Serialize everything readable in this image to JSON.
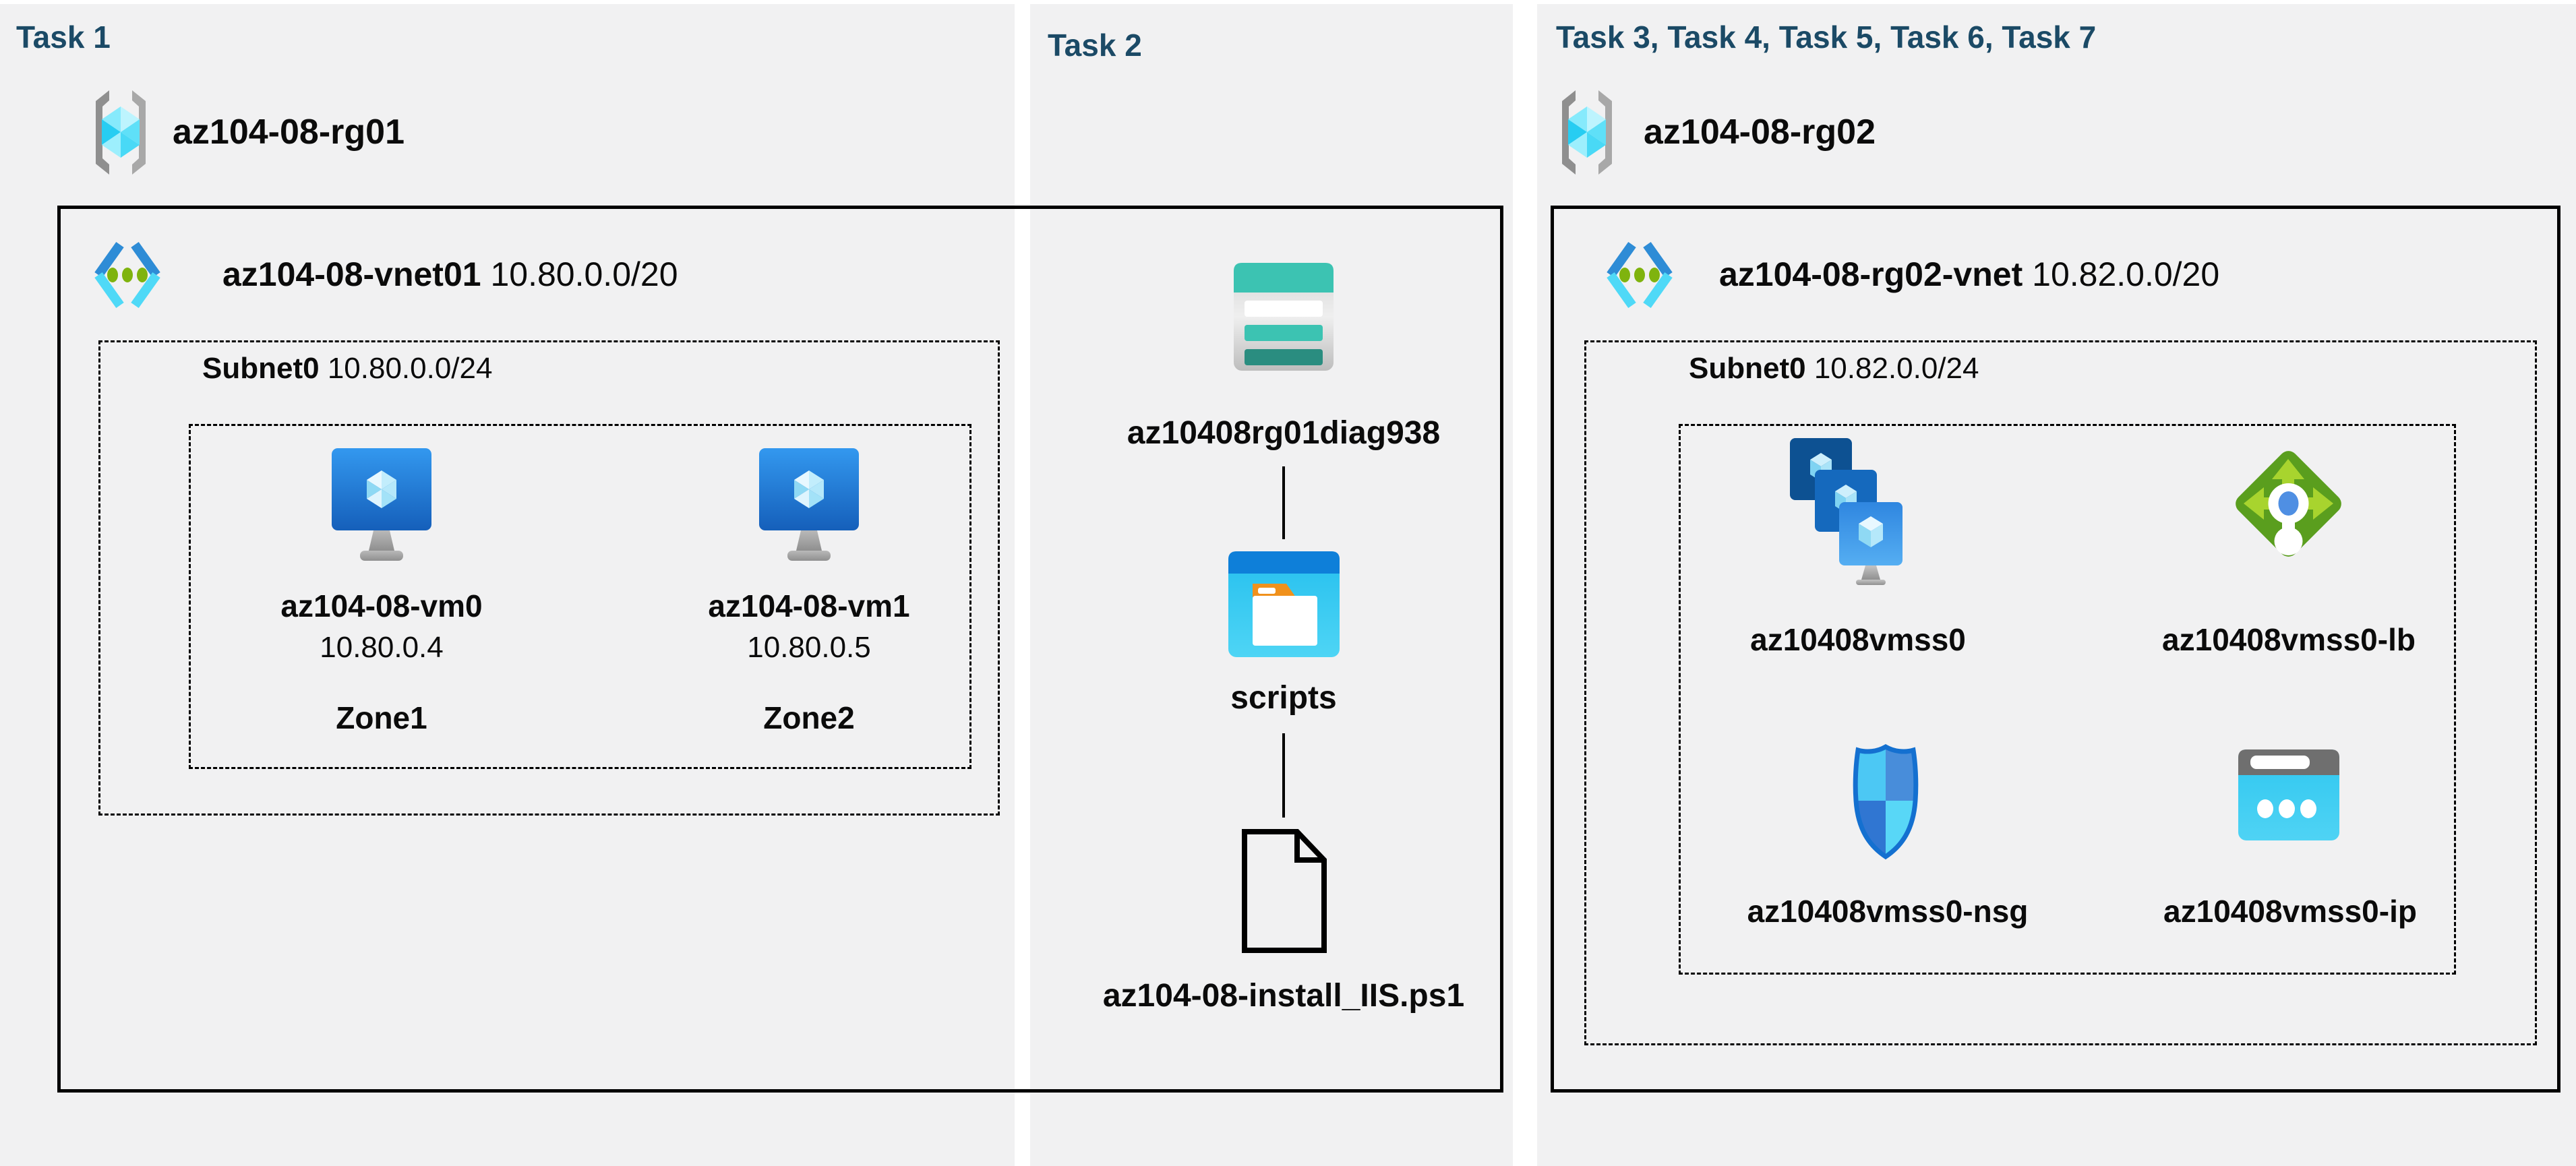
{
  "colors": {
    "panel_bg": "#f1f1f2",
    "task_title": "#1b4a66",
    "label_text": "#0b0b0b",
    "storage_teal": "#3cc3b2",
    "lb_green": "#5a9e1e",
    "cyan_accent": "#35c9ef",
    "vm_blue": "#2a85dd"
  },
  "panels": [
    {
      "id": "task1",
      "title": "Task 1",
      "resource_group": {
        "name": "az104-08-rg01"
      },
      "vnet": {
        "name": "az104-08-vnet01",
        "cidr": "10.80.0.0/20"
      },
      "subnet": {
        "name": "Subnet0",
        "cidr": "10.80.0.0/24"
      },
      "vms": [
        {
          "name": "az104-08-vm0",
          "ip": "10.80.0.4",
          "zone": "Zone1"
        },
        {
          "name": "az104-08-vm1",
          "ip": "10.80.0.5",
          "zone": "Zone2"
        }
      ]
    },
    {
      "id": "task2",
      "title": "Task 2",
      "storage_account": {
        "name": "az10408rg01diag938"
      },
      "container": {
        "name": "scripts"
      },
      "file": {
        "name": "az104-08-install_IIS.ps1"
      }
    },
    {
      "id": "task3",
      "title": "Task 3, Task 4, Task 5, Task 6, Task 7",
      "resource_group": {
        "name": "az104-08-rg02"
      },
      "vnet": {
        "name": "az104-08-rg02-vnet",
        "cidr": "10.82.0.0/20"
      },
      "subnet": {
        "name": "Subnet0",
        "cidr": "10.82.0.0/24"
      },
      "resources": [
        {
          "name": "az10408vmss0",
          "type": "vm-scale-set"
        },
        {
          "name": "az10408vmss0-lb",
          "type": "load-balancer"
        },
        {
          "name": "az10408vmss0-nsg",
          "type": "network-security-group"
        },
        {
          "name": "az10408vmss0-ip",
          "type": "public-ip"
        }
      ]
    }
  ]
}
